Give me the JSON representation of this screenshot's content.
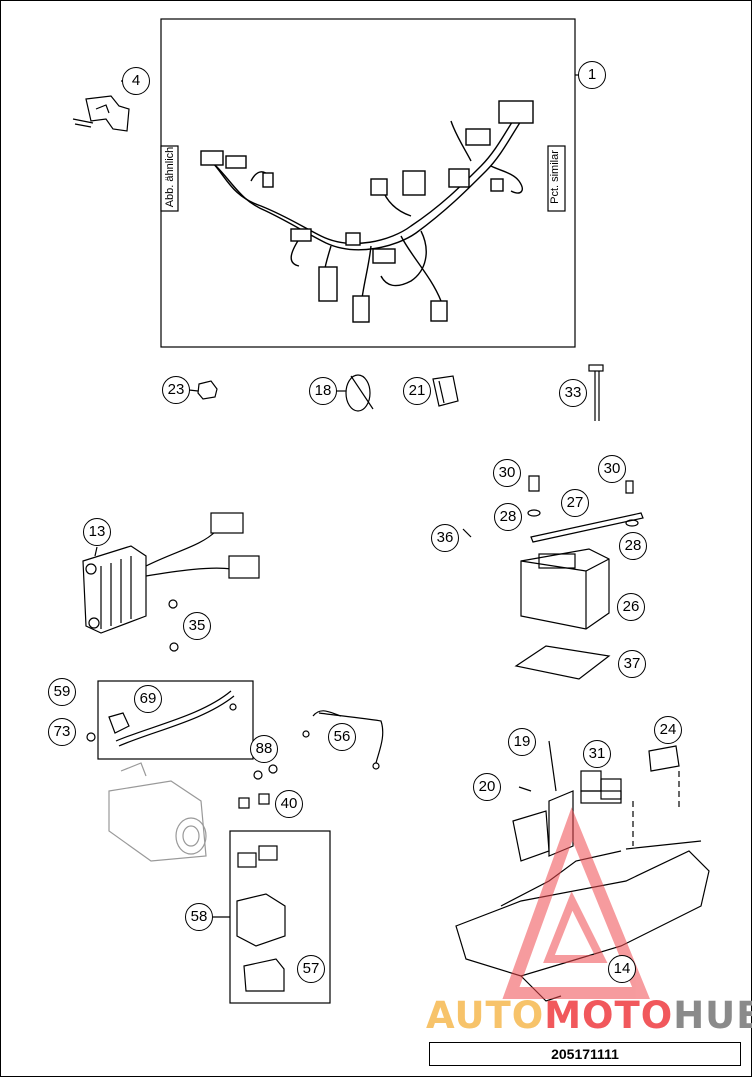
{
  "harness_box": {
    "left_label": "Abb. ähnlich",
    "right_label": "Pct. similar"
  },
  "callouts": [
    {
      "id": "c1",
      "label": "1"
    },
    {
      "id": "c4",
      "label": "4"
    },
    {
      "id": "c23",
      "label": "23"
    },
    {
      "id": "c18",
      "label": "18"
    },
    {
      "id": "c21",
      "label": "21"
    },
    {
      "id": "c33",
      "label": "33"
    },
    {
      "id": "c30a",
      "label": "30"
    },
    {
      "id": "c30b",
      "label": "30"
    },
    {
      "id": "c27",
      "label": "27"
    },
    {
      "id": "c28a",
      "label": "28"
    },
    {
      "id": "c28b",
      "label": "28"
    },
    {
      "id": "c36",
      "label": "36"
    },
    {
      "id": "c26",
      "label": "26"
    },
    {
      "id": "c37",
      "label": "37"
    },
    {
      "id": "c13",
      "label": "13"
    },
    {
      "id": "c35",
      "label": "35"
    },
    {
      "id": "c59",
      "label": "59"
    },
    {
      "id": "c69",
      "label": "69"
    },
    {
      "id": "c73",
      "label": "73"
    },
    {
      "id": "c56",
      "label": "56"
    },
    {
      "id": "c88",
      "label": "88"
    },
    {
      "id": "c40",
      "label": "40"
    },
    {
      "id": "c58",
      "label": "58"
    },
    {
      "id": "c57",
      "label": "57"
    },
    {
      "id": "c19",
      "label": "19"
    },
    {
      "id": "c31",
      "label": "31"
    },
    {
      "id": "c24",
      "label": "24"
    },
    {
      "id": "c20",
      "label": "20"
    },
    {
      "id": "c14",
      "label": "14"
    }
  ],
  "watermark": {
    "part1": "AUTO",
    "part2": "MOTO",
    "part3": "HUB",
    "colors": {
      "auto": "#f7c36a",
      "moto": "#f1585c",
      "hub": "#8a8a8a",
      "triangle": "#f04b50"
    }
  },
  "part_number": "205171111"
}
